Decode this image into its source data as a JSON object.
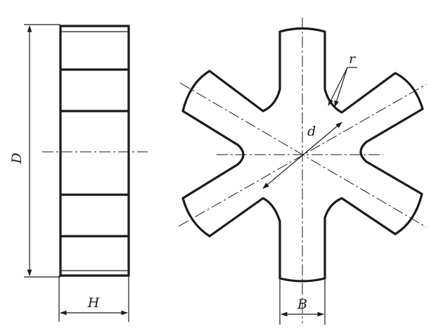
{
  "labels": {
    "diameter_outer": "D",
    "height": "H",
    "blade_width": "B",
    "hub_diameter": "d",
    "fillet_radius": "r"
  }
}
